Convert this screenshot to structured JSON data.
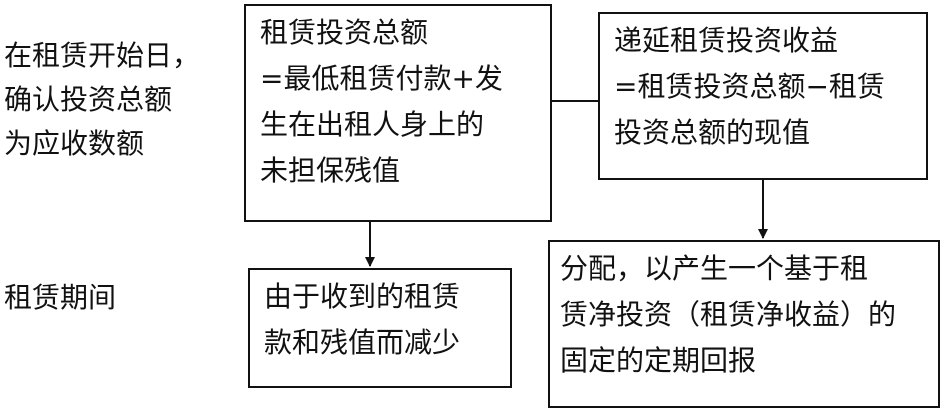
{
  "diagram": {
    "row_labels": {
      "lease_start": "在租赁开始日，\n确认投资总额\n为应收数额",
      "lease_period": "租赁期间"
    },
    "boxes": {
      "gross_investment": "租赁投资总额\n=最低租赁付款+发\n生在出租人身上的\n未担保残值",
      "deferred_income": "递延租赁投资收益\n=租赁投资总额−租赁\n投资总额的现值",
      "decrease": "由于收到的租赁\n款和残值而减少",
      "allocation": "分配，以产生一个基于租\n赁净投资（租赁净收益）的\n固定的定期回报"
    },
    "colors": {
      "line": "#111111",
      "background": "#ffffff"
    }
  }
}
